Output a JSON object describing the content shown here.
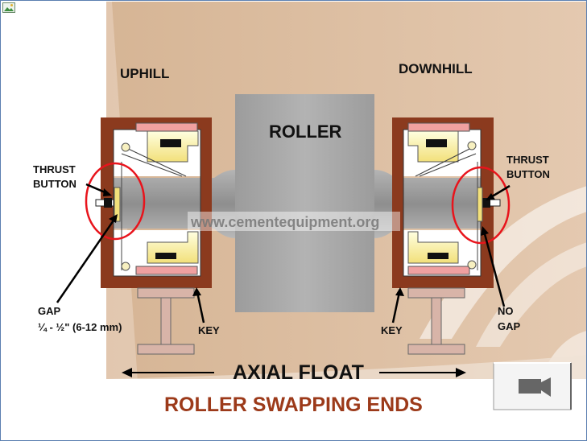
{
  "labels": {
    "uphill": "UPHILL",
    "downhill": "DOWNHILL",
    "roller": "ROLLER",
    "thrust_left_1": "THRUST",
    "thrust_left_2": "BUTTON",
    "thrust_right_1": "THRUST",
    "thrust_right_2": "BUTTON",
    "gap_1": "GAP",
    "gap_2": "¼ - ½\" (6-12 mm)",
    "key_left": "KEY",
    "key_right": "KEY",
    "no_gap_1": "NO",
    "no_gap_2": "GAP",
    "watermark": "www.cementequipment.org",
    "axial_float": "AXIAL FLOAT",
    "subtitle": "ROLLER SWAPPING ENDS"
  },
  "icons": {
    "image_placeholder": "image-icon",
    "video_button": "video-camera-icon"
  },
  "colors": {
    "background_tan": "#d9b99c",
    "housing_brown": "#8b3a1e",
    "roller_gray": "#a6a6a6",
    "highlight_circle": "#e8141c",
    "subtitle_red": "#9c3a1a"
  }
}
